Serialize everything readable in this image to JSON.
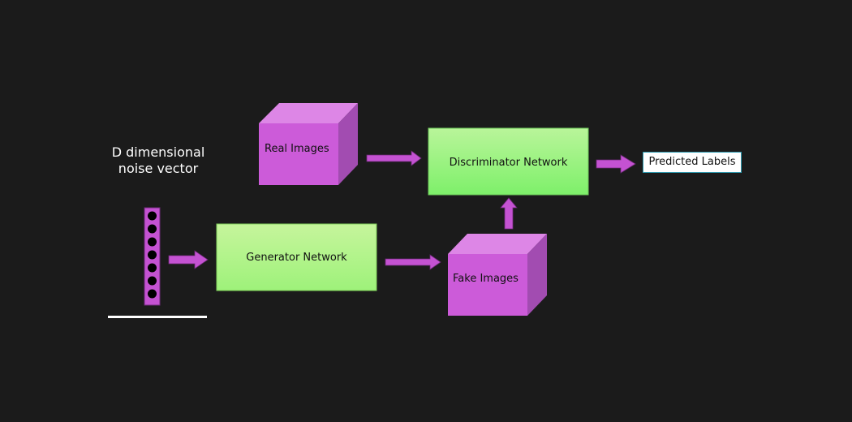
{
  "noise_vector": {
    "title_line1": "D dimensional",
    "title_line2": "noise vector"
  },
  "boxes": {
    "real_images": "Real Images",
    "fake_images": "Fake Images",
    "generator": "Generator Network",
    "discriminator": "Discriminator Network",
    "predicted_labels": "Predicted Labels"
  },
  "colors": {
    "background": "#1b1b1b",
    "cube_front": "#cc5bd9",
    "cube_top": "#dd86e6",
    "cube_side": "#a24cb1",
    "network_box": "#a8f080",
    "arrow": "#c452d2",
    "label_border": "#2e9bb0"
  }
}
